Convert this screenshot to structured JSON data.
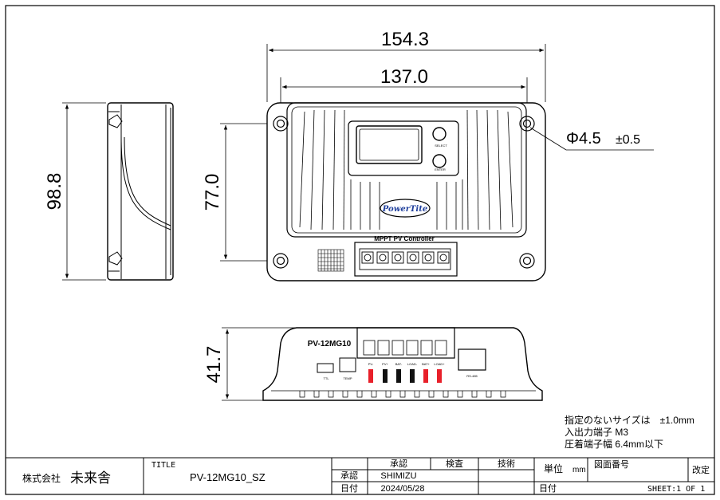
{
  "dimensions": {
    "overall_width": "154.3",
    "hole_pitch_width": "137.0",
    "overall_height": "98.8",
    "hole_pitch_height": "77.0",
    "side_height": "41.7",
    "hole_diameter": "Φ4.5",
    "hole_tolerance": "±0.5"
  },
  "front_view": {
    "button_select": "SELECT",
    "button_enter": "ENTER",
    "brand": "PowerTite",
    "terminal_caption": "MPPT PV Controller"
  },
  "side_view": {
    "model_label": "PV-12MG10",
    "port_ttl": "TTL",
    "port_temp": "TEMP",
    "port_rs485": "RS-485",
    "terminals": [
      "PV-",
      "PV+",
      "BAT-",
      "LOAD-",
      "BAT+",
      "LOAD+"
    ]
  },
  "notes": {
    "line1": "指定のないサイズは　±1.0mm",
    "line2": "入出力端子 M3",
    "line3": "圧着端子幅 6.4mm以下"
  },
  "title_block": {
    "company_prefix": "株式会社",
    "company_name": "未来舎",
    "title_label": "TITLE",
    "title_value": "PV-12MG10_SZ",
    "approved_header": "承認",
    "checked_header": "検査",
    "technical_header": "技術",
    "approved_row_label": "承認",
    "approver": "SHIMIZU",
    "date_row_label": "日付",
    "date": "2024/05/28",
    "unit_label": "単位",
    "unit_value": "mm",
    "drawing_no_label": "図面番号",
    "revision_label": "改定",
    "date_label": "日付",
    "sheet": "SHEET:1 OF 1"
  },
  "colors": {
    "line": "#000000",
    "body_fill": "#ffffff",
    "indicator_red": "#e8202a",
    "indicator_black": "#111111",
    "brand_blue": "#1f3f9c"
  }
}
